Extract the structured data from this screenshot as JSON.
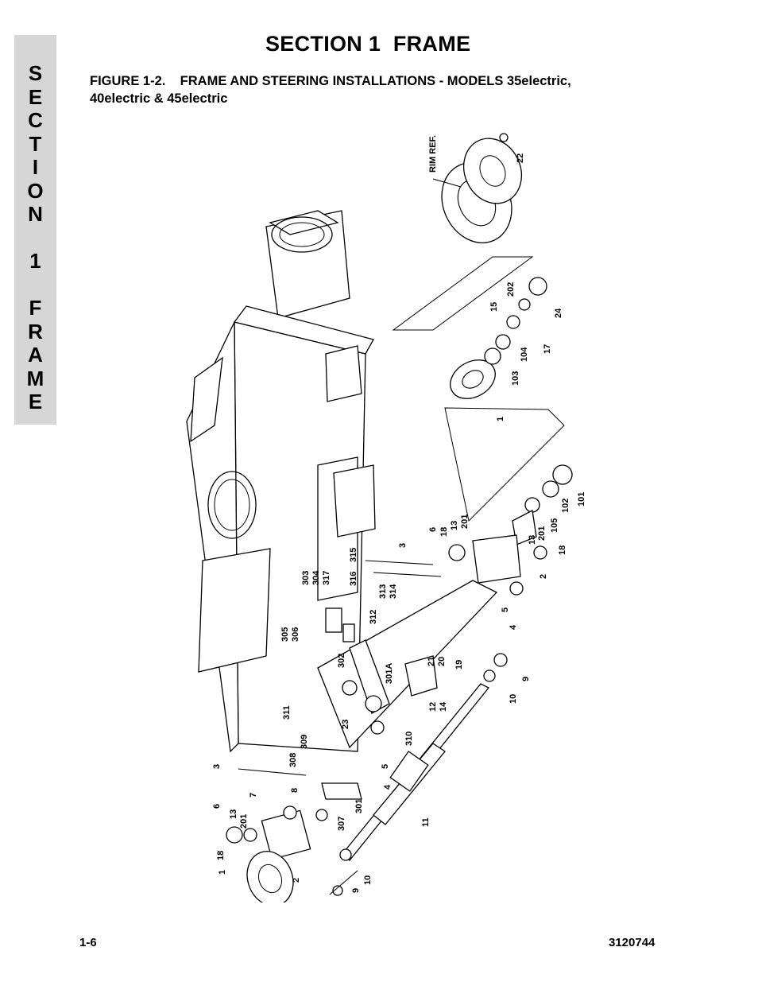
{
  "side_tab": [
    "S",
    "E",
    "C",
    "T",
    "I",
    "O",
    "N",
    "",
    "1",
    "",
    "F",
    "R",
    "A",
    "M",
    "E"
  ],
  "header": {
    "title": "SECTION 1  FRAME"
  },
  "figure": {
    "caption": "FIGURE 1-2.    FRAME AND STEERING INSTALLATIONS - MODELS 35electric,\n40electric & 45electric",
    "rim_ref": "RIM  REF.",
    "callouts": [
      "22",
      "24",
      "202",
      "15",
      "17",
      "104",
      "103",
      "1",
      "101",
      "102",
      "105",
      "201",
      "13",
      "18",
      "2",
      "3",
      "6",
      "18",
      "13",
      "201",
      "5",
      "4",
      "315",
      "316",
      "303",
      "304",
      "317",
      "313",
      "314",
      "312",
      "305",
      "306",
      "302",
      "301A",
      "21",
      "20",
      "19",
      "9",
      "10",
      "12",
      "14",
      "23",
      "310",
      "311",
      "309",
      "308",
      "5",
      "4",
      "3",
      "7",
      "8",
      "6",
      "13",
      "201",
      "18",
      "1",
      "2",
      "307",
      "301",
      "11",
      "9",
      "10"
    ]
  },
  "footer": {
    "page_number": "1-6",
    "doc_number": "3120744"
  }
}
